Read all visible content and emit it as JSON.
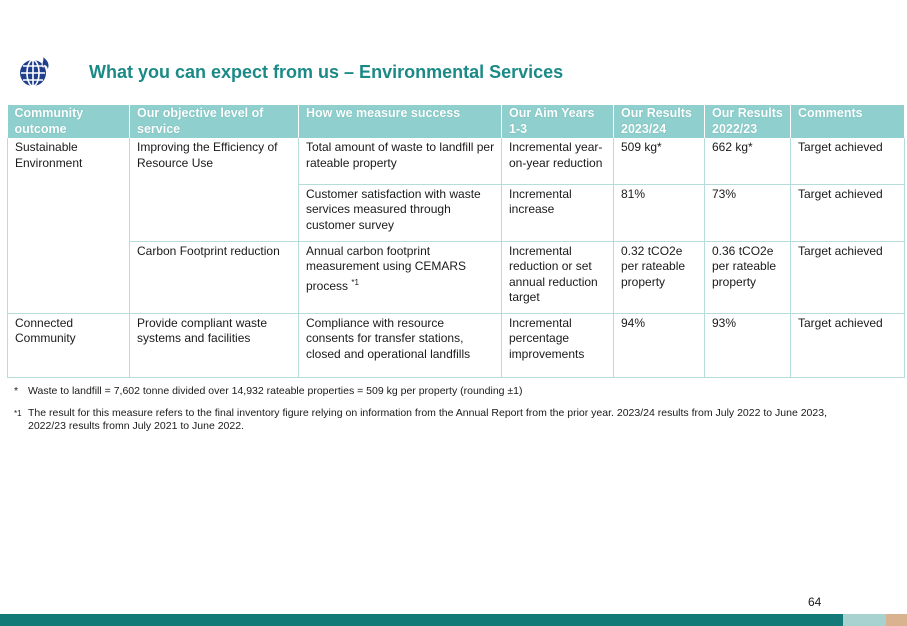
{
  "page": {
    "title": "What you can expect from us – Environmental Services",
    "page_number": "64"
  },
  "table": {
    "headers": [
      "Community outcome",
      "Our objective level of service",
      "How we measure success",
      "Our Aim Years 1-3",
      "Our Results 2023/24",
      "Our Results 2022/23",
      "Comments"
    ],
    "rows": [
      {
        "outcome": "Sustainable Environment",
        "objective": "Improving the Efficiency of Resource Use",
        "measure": "Total amount of waste to landfill per rateable property",
        "aim": "Incremental year-on-year reduction",
        "result_2324": "509 kg*",
        "result_2223": "662 kg*",
        "comment": "Target achieved"
      },
      {
        "outcome": "",
        "objective": "",
        "measure": "Customer satisfaction with waste services measured through customer survey",
        "aim": "Incremental increase",
        "result_2324": "81%",
        "result_2223": "73%",
        "comment": "Target achieved"
      },
      {
        "outcome": "",
        "objective": "Carbon Footprint reduction",
        "measure": "Annual carbon footprint measurement using CEMARS process",
        "measure_mark": "*1",
        "aim": "Incremental reduction or set annual reduction target",
        "result_2324": "0.32 tCO2e per rateable property",
        "result_2223": "0.36 tCO2e per rateable property",
        "comment": "Target achieved"
      },
      {
        "outcome": "Connected Community",
        "objective": "Provide compliant waste systems and facilities",
        "measure": "Compliance with resource consents for transfer stations, closed and operational landfills",
        "aim": "Incremental percentage improvements",
        "result_2324": "94%",
        "result_2223": "93%",
        "comment": "Target achieved"
      }
    ]
  },
  "notes": [
    {
      "mark": "*",
      "text": "Waste to landfill = 7,602 tonne divided over 14,932 rateable properties = 509 kg per property (rounding ±1)"
    },
    {
      "mark": "*1",
      "text": "The result for this measure refers to the final inventory figure relying on information from the Annual Report from the prior year. 2023/24 results from July 2022 to June 2023, 2022/23 results fromn July 2021 to June 2022."
    }
  ],
  "colors": {
    "title": "#1b8a87",
    "header_bg": "#8fcfcd",
    "border": "#b6dcda",
    "logo": "#1f3f8c",
    "footer_teal": "#137a78",
    "footer_light": "#a8d2d0",
    "footer_tan": "#d9b28f"
  },
  "icons": {
    "logo": "globe-flame-icon"
  }
}
